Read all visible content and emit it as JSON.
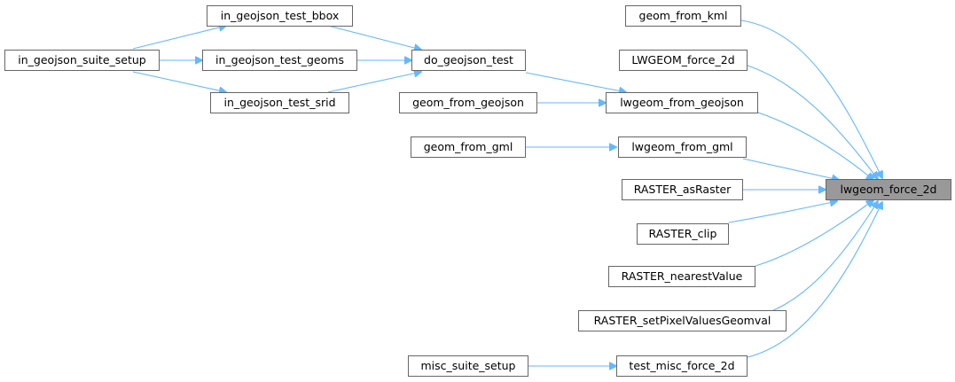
{
  "nodes": {
    "in_geojson_suite_setup": "in_geojson_suite_setup",
    "in_geojson_test_bbox": "in_geojson_test_bbox",
    "in_geojson_test_geoms": "in_geojson_test_geoms",
    "in_geojson_test_srid": "in_geojson_test_srid",
    "do_geojson_test": "do_geojson_test",
    "geom_from_geojson": "geom_from_geojson",
    "geom_from_gml": "geom_from_gml",
    "misc_suite_setup": "misc_suite_setup",
    "geom_from_kml": "geom_from_kml",
    "LWGEOM_force_2d": "LWGEOM_force_2d",
    "lwgeom_from_geojson": "lwgeom_from_geojson",
    "lwgeom_from_gml": "lwgeom_from_gml",
    "RASTER_asRaster": "RASTER_asRaster",
    "RASTER_clip": "RASTER_clip",
    "RASTER_nearestValue": "RASTER_nearestValue",
    "RASTER_setPixelValuesGeomval": "RASTER_setPixelValuesGeomval",
    "test_misc_force_2d": "test_misc_force_2d",
    "lwgeom_force_2d": "lwgeom_force_2d"
  },
  "colors": {
    "edge": "#63b8ff",
    "node_border": "#666666",
    "focus_fill": "#999999"
  }
}
